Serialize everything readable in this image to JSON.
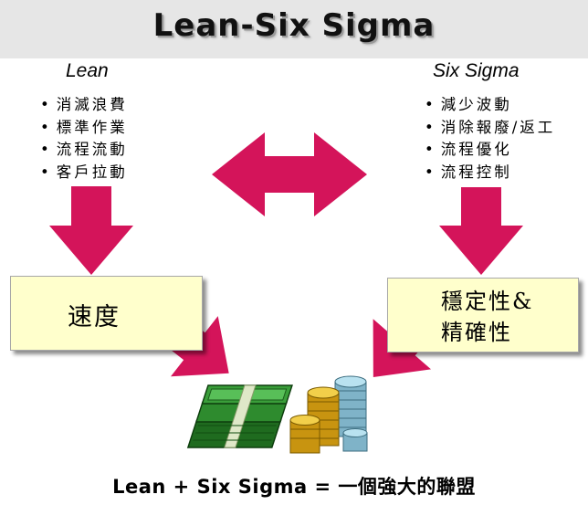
{
  "title": "Lean-Six Sigma",
  "lean": {
    "heading": "Lean",
    "items": [
      "消滅浪費",
      "標準作業",
      "流程流動",
      "客戶拉動"
    ],
    "result": "速度"
  },
  "six_sigma": {
    "heading": "Six Sigma",
    "items": [
      "減少波動",
      "消除報廢/返工",
      "流程優化",
      "流程控制"
    ],
    "result_line1": "穩定性&",
    "result_line2": "精確性"
  },
  "footer": "Lean + Six Sigma = 一個強大的聯盟",
  "colors": {
    "arrow": "#d4145a",
    "box_fill": "#ffffcc",
    "title_bar": "#e6e6e6",
    "money_green": "#2e8b2e",
    "coin_gold": "#d4a017",
    "coin_silver": "#9ccfe0"
  },
  "icons": [
    "double-arrow-icon",
    "down-arrow-icon",
    "money-stack-icon",
    "coin-stacks-icon"
  ]
}
